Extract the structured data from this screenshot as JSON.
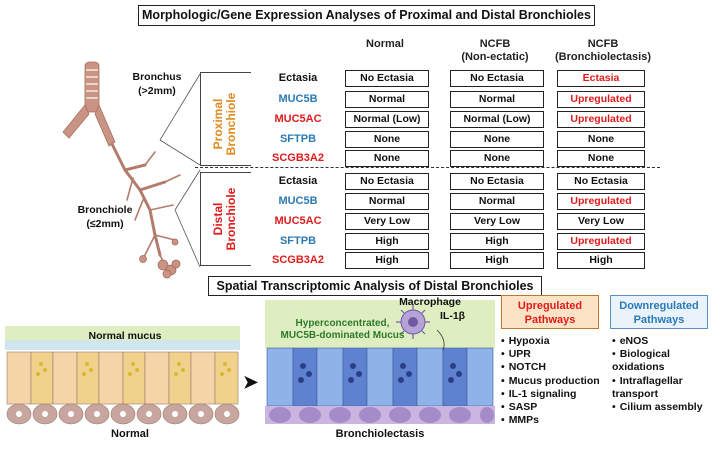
{
  "colors": {
    "red": "#e01b1b",
    "blue": "#2a7ab6",
    "orange": "#e08a1e",
    "tissue": "#c99484"
  },
  "top_title": "Morphologic/Gene Expression Analyses of Proximal and Distal Bronchioles",
  "bronchus_label_1": "Bronchus",
  "bronchus_label_2": "(>2mm)",
  "bronchiole_label_1": "Bronchiole",
  "bronchiole_label_2": "(≤2mm)",
  "columns": [
    {
      "line1": "Normal",
      "line2": ""
    },
    {
      "line1": "NCFB",
      "line2": "(Non-ectatic)"
    },
    {
      "line1": "NCFB",
      "line2": "(Bronchiolectasis)"
    }
  ],
  "proximal_label_1": "Proximal",
  "proximal_label_2": "Bronchiole",
  "distal_label_1": "Distal",
  "distal_label_2": "Bronchiole",
  "proximal_rows": [
    {
      "gene": "Ectasia",
      "color": "#111111",
      "values": [
        "No Ectasia",
        "No Ectasia",
        "Ectasia"
      ],
      "red": [
        false,
        false,
        true
      ]
    },
    {
      "gene": "MUC5B",
      "color": "#2a7ab6",
      "values": [
        "Normal",
        "Normal",
        "Upregulated"
      ],
      "red": [
        false,
        false,
        true
      ]
    },
    {
      "gene": "MUC5AC",
      "color": "#e01b1b",
      "values": [
        "Normal (Low)",
        "Normal (Low)",
        "Upregulated"
      ],
      "red": [
        false,
        false,
        true
      ]
    },
    {
      "gene": "SFTPB",
      "color": "#2a7ab6",
      "values": [
        "None",
        "None",
        "None"
      ],
      "red": [
        false,
        false,
        false
      ]
    },
    {
      "gene": "SCGB3A2",
      "color": "#e01b1b",
      "values": [
        "None",
        "None",
        "None"
      ],
      "red": [
        false,
        false,
        false
      ]
    }
  ],
  "distal_rows": [
    {
      "gene": "Ectasia",
      "color": "#111111",
      "values": [
        "No Ectasia",
        "No Ectasia",
        "No Ectasia"
      ],
      "red": [
        false,
        false,
        false
      ]
    },
    {
      "gene": "MUC5B",
      "color": "#2a7ab6",
      "values": [
        "Normal",
        "Normal",
        "Upregulated"
      ],
      "red": [
        false,
        false,
        true
      ]
    },
    {
      "gene": "MUC5AC",
      "color": "#e01b1b",
      "values": [
        "Very Low",
        "Very Low",
        "Very Low"
      ],
      "red": [
        false,
        false,
        false
      ]
    },
    {
      "gene": "SFTPB",
      "color": "#2a7ab6",
      "values": [
        "High",
        "High",
        "Upregulated"
      ],
      "red": [
        false,
        false,
        true
      ]
    },
    {
      "gene": "SCGB3A2",
      "color": "#e01b1b",
      "values": [
        "High",
        "High",
        "High"
      ],
      "red": [
        false,
        false,
        false
      ]
    }
  ],
  "bottom_title": "Spatial Transcriptomic Analysis of Distal Bronchioles",
  "normal_mucus": "Normal mucus",
  "normal_label": "Normal",
  "bronchiolectasis_label": "Bronchiolectasis",
  "macrophage": "Macrophage",
  "il1b": "IL-1β",
  "hyper_1": "Hyperconcentrated,",
  "hyper_2": "MUC5B-dominated Mucus",
  "up_title_1": "Upregulated",
  "up_title_2": "Pathways",
  "down_title_1": "Downregulated",
  "down_title_2": "Pathways",
  "up_items": [
    "Hypoxia",
    "UPR",
    "NOTCH",
    "Mucus production",
    "IL-1 signaling",
    "SASP",
    "MMPs"
  ],
  "down_items": [
    "eNOS",
    "Biological oxidations",
    "Intraflagellar transport",
    "Cilium assembly"
  ]
}
